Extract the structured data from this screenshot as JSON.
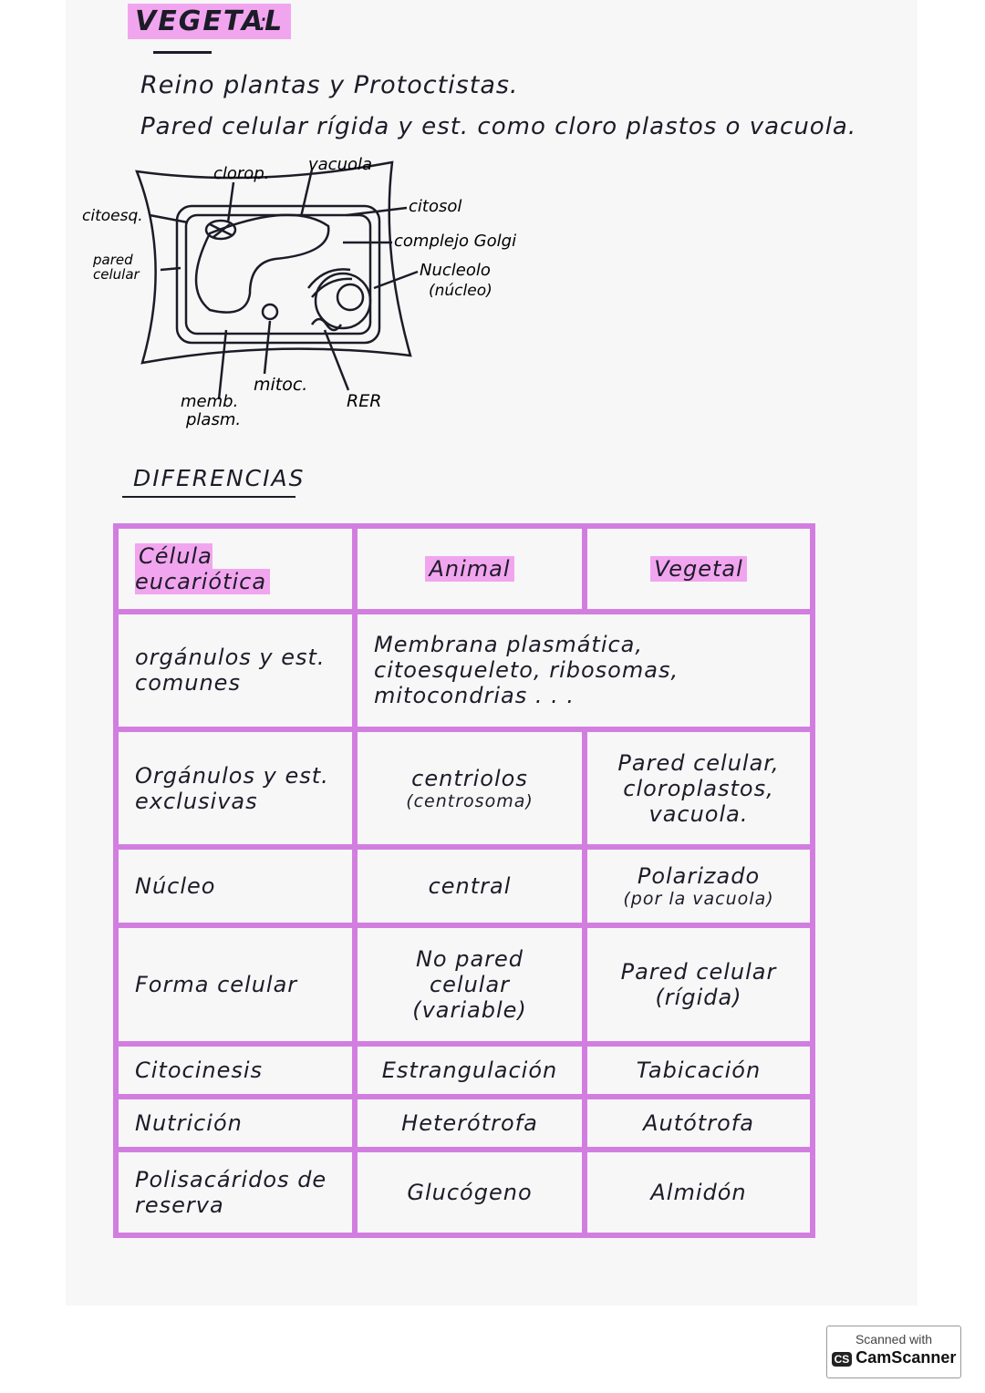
{
  "title": "VEGETAL",
  "lines": [
    "Reino plantas y Protoctistas.",
    "Pared celular rígida y est. como cloro plastos o vacuola."
  ],
  "diagram_labels": {
    "clorop": "clorop.",
    "vacuola": "vacuola",
    "citoesq": "citoesq.",
    "pared_celular_1": "pared",
    "pared_celular_2": "celular",
    "citosol": "citosol",
    "golgi": "complejo Golgi",
    "nucleolo": "Nucleolo",
    "nucleo": "(núcleo)",
    "memb_1": "memb.",
    "memb_2": "plasm.",
    "mitoc": "mitoc.",
    "rer": "RER"
  },
  "differences_heading": "DIFERENCIAS",
  "table": {
    "headers": [
      "Célula eucariótica",
      "Animal",
      "Vegetal"
    ],
    "rows": [
      {
        "label": "orgánulos y est. comunes",
        "merged": "Membrana plasmática, citoesqueleto, ribosomas, mitocondrias . . ."
      },
      {
        "label": "Orgánulos y est. exclusivas",
        "animal": "centriolos",
        "animal_sub": "(centrosoma)",
        "vegetal": "Pared celular, cloroplastos, vacuola."
      },
      {
        "label": "Núcleo",
        "animal": "central",
        "vegetal": "Polarizado",
        "vegetal_sub": "(por la vacuola)"
      },
      {
        "label": "Forma celular",
        "animal": "No pared celular (variable)",
        "vegetal": "Pared celular (rígida)"
      },
      {
        "label": "Citocinesis",
        "animal": "Estrangulación",
        "vegetal": "Tabicación"
      },
      {
        "label": "Nutrición",
        "animal": "Heterótrofa",
        "vegetal": "Autótrofa"
      },
      {
        "label": "Polisacáridos de reserva",
        "animal": "Glucógeno",
        "vegetal": "Almidón"
      }
    ]
  },
  "stamp": {
    "line1": "Scanned with",
    "logo": "CS",
    "line2": "CamScanner"
  },
  "colors": {
    "highlight": "#f2a5ef",
    "table_border": "#d27ee0",
    "ink": "#1c1c28"
  }
}
